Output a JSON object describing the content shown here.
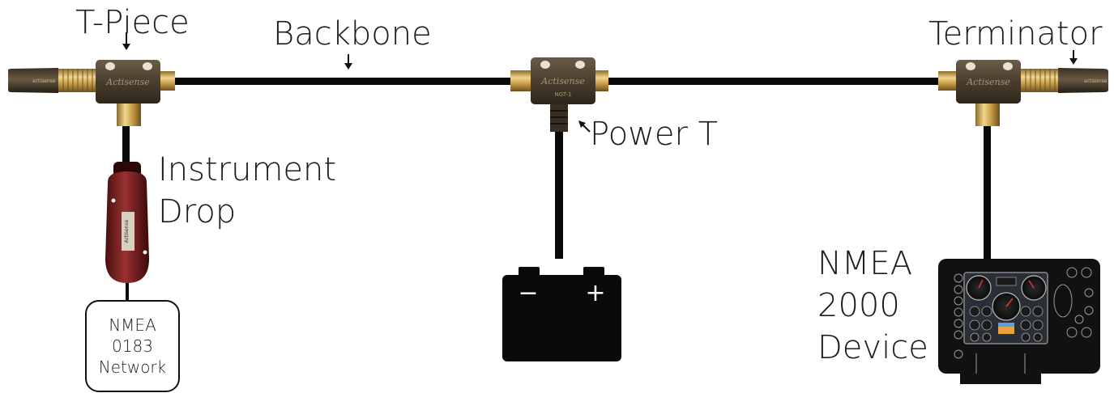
{
  "labels": {
    "t_piece": "T-Piece",
    "backbone": "Backbone",
    "terminator": "Terminator",
    "power_t": "Power T",
    "instrument_drop_line1": "Instrument",
    "instrument_drop_line2": "Drop",
    "nmea2000_line1": "NMEA",
    "nmea2000_line2": "2000",
    "nmea2000_line3": "Device",
    "nmea0183_line1": "NMEA",
    "nmea0183_line2": "0183",
    "nmea0183_line3": "Network"
  },
  "connector_brand": "Actisense",
  "power_t_marking": "NGT-1",
  "battery": {
    "minus": "−",
    "plus": "+"
  },
  "colors": {
    "cable": "#0a0a0a",
    "connector_body": "#4a3e2e",
    "brass": "#c9a55a",
    "gateway": "#7a1f1f",
    "display_bezel": "#111111",
    "text": "#1c1c1c"
  },
  "icons": [
    "t-piece-connector-icon",
    "terminator-icon",
    "power-t-icon",
    "battery-icon",
    "display-icon",
    "gateway-icon",
    "arrow-icon"
  ]
}
